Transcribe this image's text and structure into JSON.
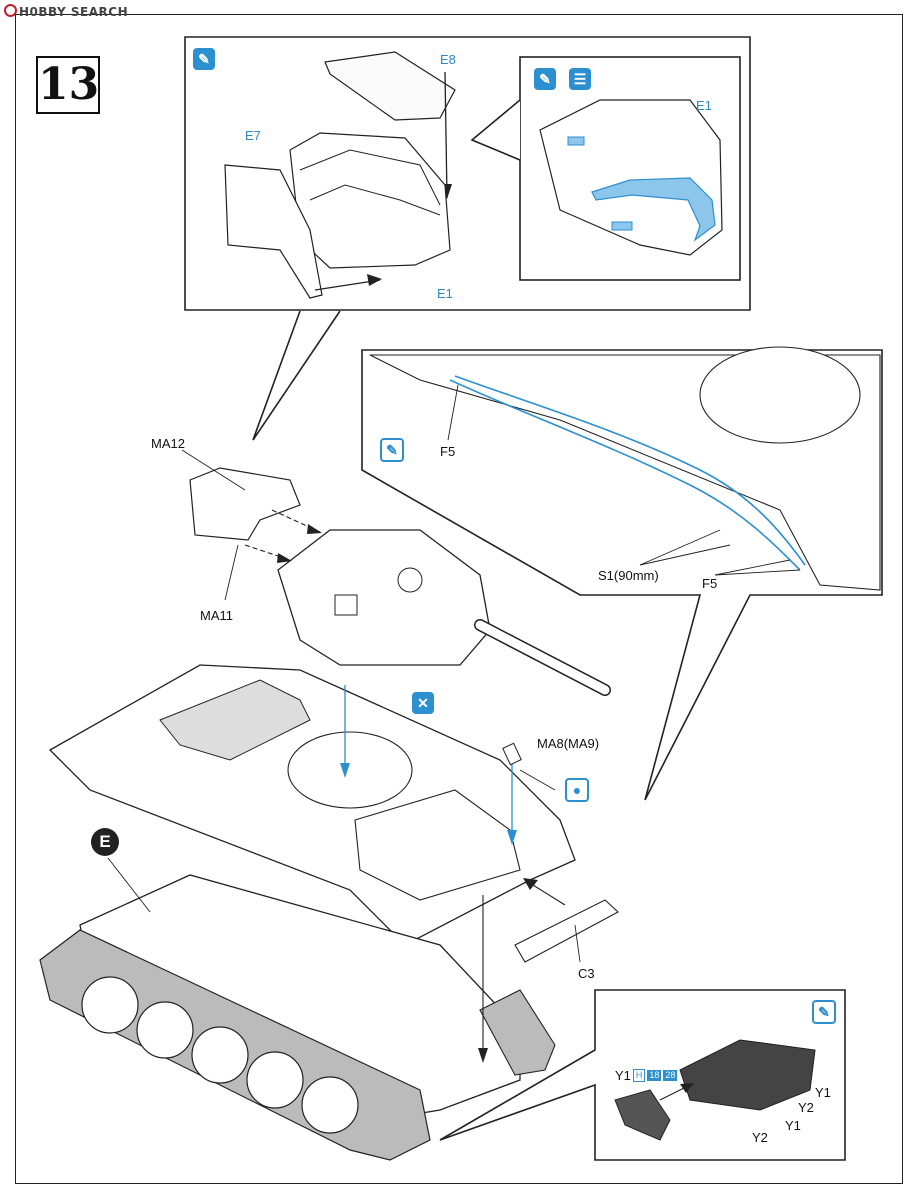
{
  "watermark": "H0BBY SEARCH",
  "step_number": "13",
  "labels": {
    "e8": "E8",
    "e7": "E7",
    "e1_top": "E1",
    "e1_inset": "E1",
    "f5_left": "F5",
    "f5_right": "F5",
    "s1": "S1(90mm)",
    "ma12": "MA12",
    "ma11": "MA11",
    "ma8": "MA8(MA9)",
    "c3": "C3",
    "e_marker": "E",
    "y1_a": "Y1",
    "y1_b": "Y1",
    "y1_c": "Y1",
    "y2_a": "Y2",
    "y2_b": "Y2",
    "track_h": "H",
    "track_18": "18",
    "track_28": "28"
  },
  "icons": {
    "glue": "glue-icon",
    "paint": "paint-icon",
    "no_glue": "no-glue-icon"
  },
  "colors": {
    "accent_blue": "#2b8fd0",
    "line": "#222222"
  }
}
